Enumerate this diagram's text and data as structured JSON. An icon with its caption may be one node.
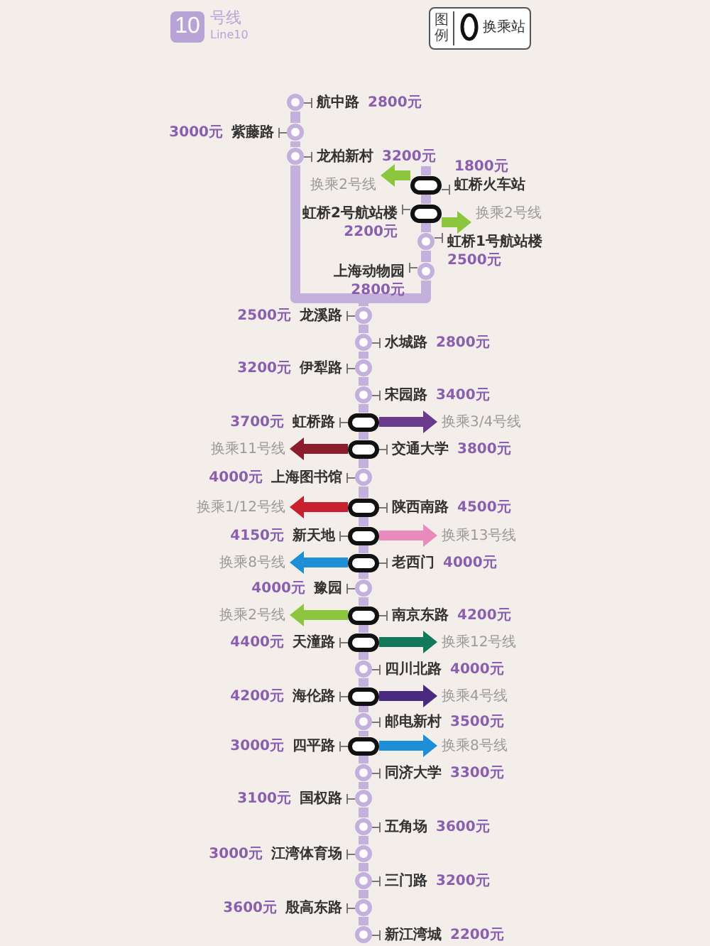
{
  "diagram": {
    "nodes": [
      {
        "text": [
          "航中路",
          "2800元"
        ]
      },
      {
        "text": [
          "3000元",
          "紫藤路"
        ]
      },
      {
        "text": [
          "龙柏新村",
          "3200元"
        ]
      },
      {
        "text": [
          "1800元",
          "虹桥火车站"
        ]
      },
      {
        "text": [
          "换乘2号线"
        ]
      },
      {
        "text": [
          "虹桥2号航站楼",
          "2200元"
        ]
      },
      {
        "text": [
          "换乘2号线"
        ]
      },
      {
        "text": [
          "虹桥1号航站楼",
          "2500元"
        ]
      },
      {
        "text": [
          "上海动物园",
          "2800元"
        ]
      },
      {
        "text": [
          "2500元",
          "龙溪路"
        ]
      },
      {
        "text": [
          "水城路",
          "2800元"
        ]
      },
      {
        "text": [
          "3200元",
          "伊犁路"
        ]
      },
      {
        "text": [
          "宋园路",
          "3400元"
        ]
      },
      {
        "text": [
          "3700元",
          "虹桥路"
        ]
      },
      {
        "text": [
          "换乘3/4号线"
        ]
      },
      {
        "text": [
          "交通大学",
          "3800元"
        ]
      },
      {
        "text": [
          "换乘11号线"
        ]
      },
      {
        "text": [
          "4000元",
          "上海图书馆"
        ]
      },
      {
        "text": [
          "陕西南路",
          "4500元"
        ]
      },
      {
        "text": [
          "换乘1/12号线"
        ]
      },
      {
        "text": [
          "4150元",
          "新天地"
        ]
      },
      {
        "text": [
          "换乘13号线"
        ]
      },
      {
        "text": [
          "老西门",
          "4000元"
        ]
      },
      {
        "text": [
          "换乘8号线"
        ]
      },
      {
        "text": [
          "4000元",
          "豫园"
        ]
      },
      {
        "text": [
          "南京东路",
          "4200元"
        ]
      },
      {
        "text": [
          "换乘2号线"
        ]
      },
      {
        "text": [
          "4400元",
          "天潼路"
        ]
      },
      {
        "text": [
          "换乘12号线"
        ]
      },
      {
        "text": [
          "四川北路",
          "4000元"
        ]
      },
      {
        "text": [
          "4200元",
          "海伦路"
        ]
      },
      {
        "text": [
          "换乘4号线"
        ]
      },
      {
        "text": [
          "邮电新村",
          "3500元"
        ]
      },
      {
        "text": [
          "3000元",
          "四平路"
        ]
      },
      {
        "text": [
          "换乘8号线"
        ]
      },
      {
        "text": [
          "同济大学",
          "3300元"
        ]
      },
      {
        "text": [
          "3100元",
          "国权路"
        ]
      },
      {
        "text": [
          "五角场",
          "3600元"
        ]
      },
      {
        "text": [
          "3000元",
          "江湾体育场"
        ]
      },
      {
        "text": [
          "三门路",
          "3200元"
        ]
      },
      {
        "text": [
          "3600元",
          "殷高东路"
        ]
      },
      {
        "text": [
          "新江湾城",
          "2200元"
        ]
      }
    ],
    "edges": [
      {
        "from": 0,
        "to": 1,
        "arrow": "none"
      },
      {
        "from": 1,
        "to": 2,
        "arrow": "none"
      },
      {
        "from": 2,
        "to": 9,
        "arrow": "none"
      },
      {
        "from": 3,
        "to": 5,
        "arrow": "none"
      },
      {
        "from": 5,
        "to": 7,
        "arrow": "none"
      },
      {
        "from": 7,
        "to": 8,
        "arrow": "none"
      },
      {
        "from": 8,
        "to": 9,
        "arrow": "none"
      },
      {
        "from": 9,
        "to": 10,
        "arrow": "none"
      },
      {
        "from": 10,
        "to": 11,
        "arrow": "none"
      },
      {
        "from": 11,
        "to": 12,
        "arrow": "none"
      },
      {
        "from": 12,
        "to": 13,
        "arrow": "none"
      },
      {
        "from": 13,
        "to": 15,
        "arrow": "none"
      },
      {
        "from": 15,
        "to": 17,
        "arrow": "none"
      },
      {
        "from": 17,
        "to": 18,
        "arrow": "none"
      },
      {
        "from": 18,
        "to": 20,
        "arrow": "none"
      },
      {
        "from": 20,
        "to": 22,
        "arrow": "none"
      },
      {
        "from": 22,
        "to": 24,
        "arrow": "none"
      },
      {
        "from": 24,
        "to": 25,
        "arrow": "none"
      },
      {
        "from": 25,
        "to": 27,
        "arrow": "none"
      },
      {
        "from": 27,
        "to": 29,
        "arrow": "none"
      },
      {
        "from": 29,
        "to": 30,
        "arrow": "none"
      },
      {
        "from": 30,
        "to": 32,
        "arrow": "none"
      },
      {
        "from": 32,
        "to": 33,
        "arrow": "none"
      },
      {
        "from": 33,
        "to": 35,
        "arrow": "none"
      },
      {
        "from": 35,
        "to": 36,
        "arrow": "none"
      },
      {
        "from": 36,
        "to": 37,
        "arrow": "none"
      },
      {
        "from": 37,
        "to": 38,
        "arrow": "none"
      },
      {
        "from": 38,
        "to": 39,
        "arrow": "none"
      },
      {
        "from": 39,
        "to": 40,
        "arrow": "none"
      },
      {
        "from": 40,
        "to": 41,
        "arrow": "none"
      },
      {
        "from": 3,
        "to": 4,
        "arrow": "to",
        "color": "#8cc63f"
      },
      {
        "from": 5,
        "to": 6,
        "arrow": "to",
        "color": "#8cc63f"
      },
      {
        "from": 13,
        "to": 14,
        "arrow": "to",
        "color": "#6a3a8c"
      },
      {
        "from": 15,
        "to": 16,
        "arrow": "to",
        "color": "#8b1c2c"
      },
      {
        "from": 18,
        "to": 19,
        "arrow": "to",
        "color": "#c8202f"
      },
      {
        "from": 20,
        "to": 21,
        "arrow": "to",
        "color": "#e88bbb"
      },
      {
        "from": 22,
        "to": 23,
        "arrow": "to",
        "color": "#1e8fd6"
      },
      {
        "from": 25,
        "to": 26,
        "arrow": "to",
        "color": "#8cc63f"
      },
      {
        "from": 27,
        "to": 28,
        "arrow": "to",
        "color": "#127a5b"
      },
      {
        "from": 30,
        "to": 31,
        "arrow": "to",
        "color": "#4a2a7e"
      },
      {
        "from": 33,
        "to": 34,
        "arrow": "to",
        "color": "#1e8fd6"
      }
    ],
    "labels": [
      "10",
      "号线",
      "Line10",
      "图例"
    ],
    "legend": [
      {
        "text": "换乘站"
      }
    ]
  }
}
